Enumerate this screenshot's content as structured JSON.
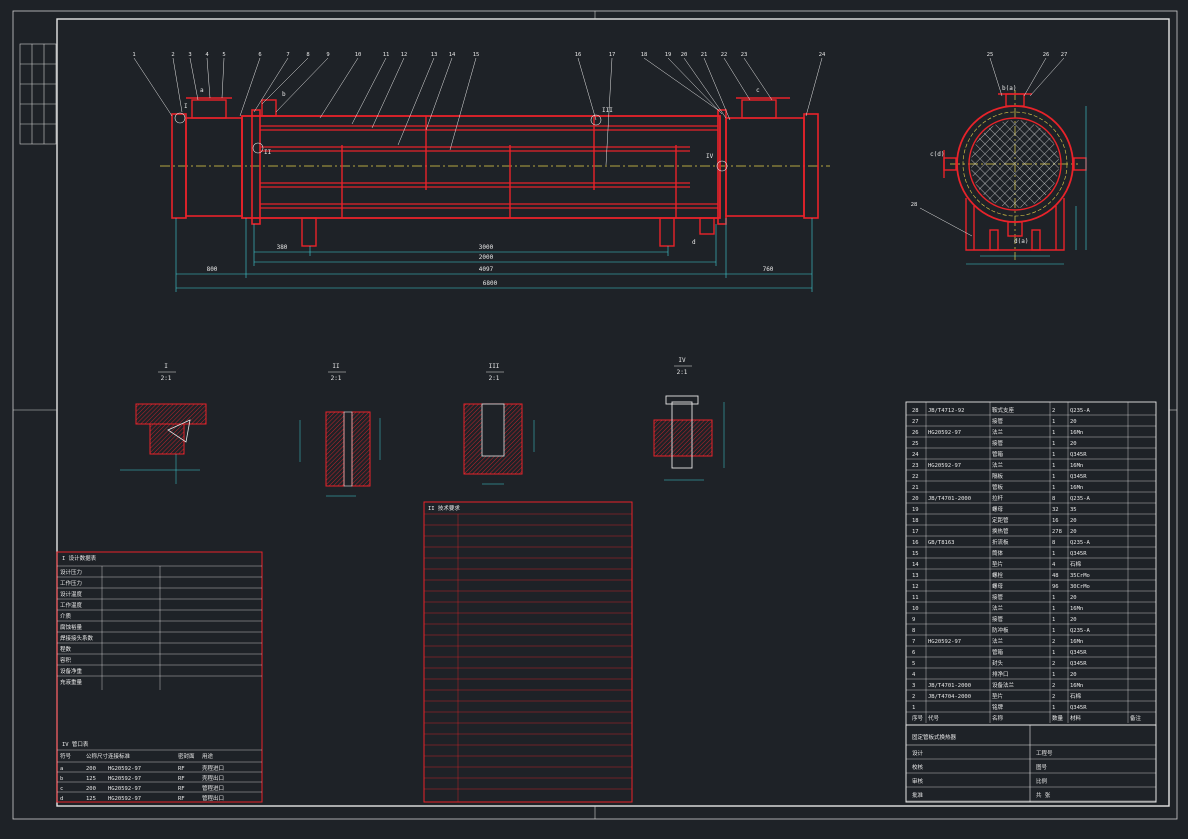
{
  "drawing": {
    "main_view": {
      "part_numbers": [
        "1",
        "2",
        "3",
        "4",
        "5",
        "6",
        "7",
        "8",
        "9",
        "10",
        "11",
        "12",
        "13",
        "14",
        "15",
        "16",
        "17",
        "18",
        "19",
        "20",
        "21",
        "22",
        "23",
        "24"
      ],
      "nozzle_labels": [
        "a",
        "b",
        "c",
        "d"
      ],
      "dimensions": {
        "overall": "6800",
        "tube_length": "4097",
        "tube_span": "2000",
        "support_spacing": "3000",
        "left_head": "800",
        "right_head": "760",
        "support_offset": "380"
      },
      "detail_markers": [
        "I",
        "II",
        "III",
        "IV"
      ]
    },
    "side_view": {
      "part_numbers": [
        "25",
        "26",
        "27",
        "28"
      ],
      "nozzle_labels": [
        "b(a)",
        "c(d)",
        "d(a)"
      ]
    },
    "details": [
      {
        "id": "I",
        "scale": "2:1"
      },
      {
        "id": "II",
        "scale": "2:1"
      },
      {
        "id": "III",
        "scale": "2:1"
      },
      {
        "id": "IV",
        "scale": "2:1"
      }
    ]
  },
  "parts_list": {
    "rows": [
      {
        "no": "28",
        "code": "JB/T4712-92",
        "name": "鞍式支座",
        "qty": "2",
        "mat": "Q235-A"
      },
      {
        "no": "27",
        "code": "",
        "name": "接管",
        "qty": "1",
        "mat": "20"
      },
      {
        "no": "26",
        "code": "HG20592-97",
        "name": "法兰",
        "qty": "1",
        "mat": "16Mn"
      },
      {
        "no": "25",
        "code": "",
        "name": "接管",
        "qty": "1",
        "mat": "20"
      },
      {
        "no": "24",
        "code": "",
        "name": "管箱",
        "qty": "1",
        "mat": "Q345R"
      },
      {
        "no": "23",
        "code": "HG20592-97",
        "name": "法兰",
        "qty": "1",
        "mat": "16Mn"
      },
      {
        "no": "22",
        "code": "",
        "name": "隔板",
        "qty": "1",
        "mat": "Q345R"
      },
      {
        "no": "21",
        "code": "",
        "name": "管板",
        "qty": "1",
        "mat": "16Mn"
      },
      {
        "no": "20",
        "code": "JB/T4701-2000",
        "name": "拉杆",
        "qty": "8",
        "mat": "Q235-A"
      },
      {
        "no": "19",
        "code": "",
        "name": "螺母",
        "qty": "32",
        "mat": "35"
      },
      {
        "no": "18",
        "code": "",
        "name": "定距管",
        "qty": "16",
        "mat": "20"
      },
      {
        "no": "17",
        "code": "",
        "name": "换热管",
        "qty": "278",
        "mat": "20"
      },
      {
        "no": "16",
        "code": "GB/T8163",
        "name": "折流板",
        "qty": "8",
        "mat": "Q235-A"
      },
      {
        "no": "15",
        "code": "",
        "name": "筒体",
        "qty": "1",
        "mat": "Q345R"
      },
      {
        "no": "14",
        "code": "",
        "name": "垫片",
        "qty": "4",
        "mat": "石棉"
      },
      {
        "no": "13",
        "code": "",
        "name": "螺栓",
        "qty": "48",
        "mat": "35CrMo"
      },
      {
        "no": "12",
        "code": "",
        "name": "螺母",
        "qty": "96",
        "mat": "30CrMo"
      },
      {
        "no": "11",
        "code": "",
        "name": "接管",
        "qty": "1",
        "mat": "20"
      },
      {
        "no": "10",
        "code": "",
        "name": "法兰",
        "qty": "1",
        "mat": "16Mn"
      },
      {
        "no": "9",
        "code": "",
        "name": "接管",
        "qty": "1",
        "mat": "20"
      },
      {
        "no": "8",
        "code": "",
        "name": "防冲板",
        "qty": "1",
        "mat": "Q235-A"
      },
      {
        "no": "7",
        "code": "HG20592-97",
        "name": "法兰",
        "qty": "2",
        "mat": "16Mn"
      },
      {
        "no": "6",
        "code": "",
        "name": "管箱",
        "qty": "1",
        "mat": "Q345R"
      },
      {
        "no": "5",
        "code": "",
        "name": "封头",
        "qty": "2",
        "mat": "Q345R"
      },
      {
        "no": "4",
        "code": "",
        "name": "排净口",
        "qty": "1",
        "mat": "20"
      },
      {
        "no": "3",
        "code": "JB/T4701-2000",
        "name": "设备法兰",
        "qty": "2",
        "mat": "16Mn"
      },
      {
        "no": "2",
        "code": "JB/T4704-2000",
        "name": "垫片",
        "qty": "2",
        "mat": "石棉"
      },
      {
        "no": "1",
        "code": "",
        "name": "铭牌",
        "qty": "1",
        "mat": "Q345R"
      }
    ],
    "header": [
      "序号",
      "代号",
      "名称",
      "数量",
      "材料",
      "备注"
    ]
  },
  "title_block": {
    "title": "固定管板式换热器",
    "rows": [
      "设计",
      "校核",
      "审核",
      "批准"
    ],
    "fields": [
      "工程号",
      "图号",
      "比例",
      "共 张"
    ]
  },
  "design_table": {
    "title": "I 设计数据表",
    "rows": [
      "设计压力",
      "工作压力",
      "设计温度",
      "工作温度",
      "介质",
      "腐蚀裕量",
      "焊接接头系数",
      "程数",
      "容积",
      "设备净重",
      "充液重量"
    ]
  },
  "nozzle_table": {
    "title": "IV 管口表",
    "header": [
      "符号",
      "公称尺寸",
      "连接标准",
      "密封面",
      "用途"
    ],
    "rows": [
      {
        "sym": "a",
        "dn": "200",
        "std": "HG20592-97",
        "face": "RF",
        "use": "壳程进口"
      },
      {
        "sym": "b",
        "dn": "125",
        "std": "HG20592-97",
        "face": "RF",
        "use": "壳程出口"
      },
      {
        "sym": "c",
        "dn": "200",
        "std": "HG20592-97",
        "face": "RF",
        "use": "管程进口"
      },
      {
        "sym": "d",
        "dn": "125",
        "std": "HG20592-97",
        "face": "RF",
        "use": "管程出口"
      }
    ]
  },
  "tech_req": {
    "title": "II 技术要求"
  },
  "colors": {
    "background": "#1e2227",
    "frame": "#e6e6e6",
    "vessel": "#e8232a",
    "dimension": "#3fd0d8",
    "center": "#e6d24a",
    "hatch": "#e8232a"
  }
}
